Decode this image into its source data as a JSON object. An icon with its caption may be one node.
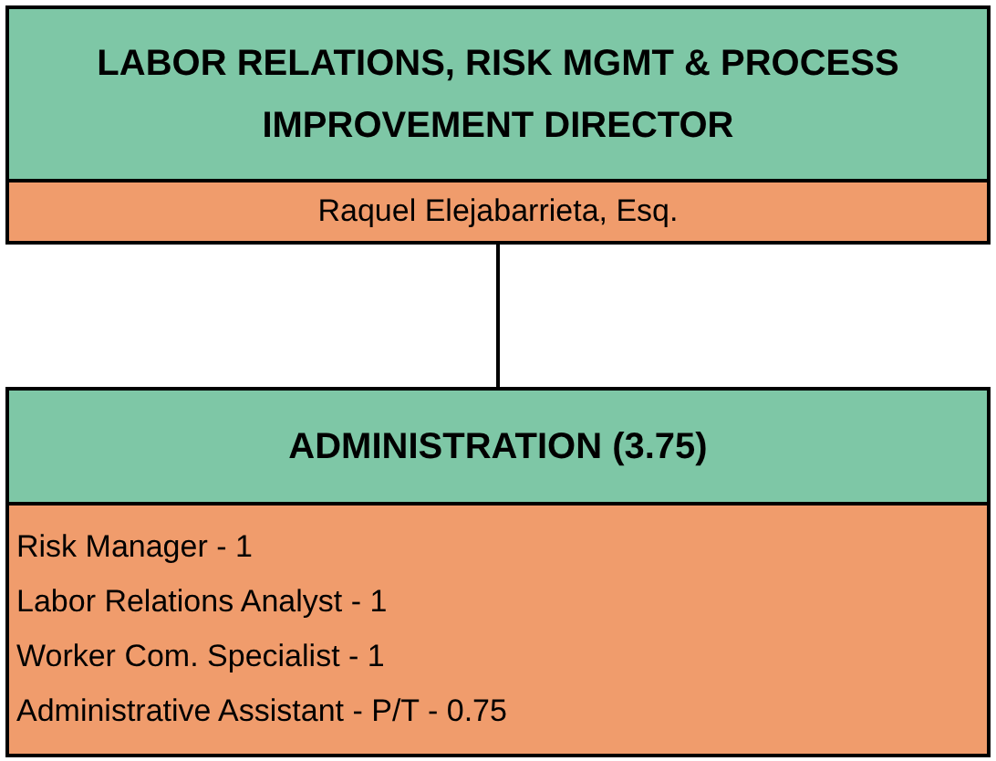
{
  "diagram": {
    "nodes": [
      {
        "text": [
          "LABOR RELATIONS, RISK MGMT & PROCESS IMPROVEMENT DIRECTOR",
          "Raquel Elejabarrieta, Esq."
        ]
      },
      {
        "text": [
          "ADMINISTRATION (3.75)",
          "Risk Manager - 1",
          "Labor Relations Analyst - 1",
          "Worker Com. Specialist - 1",
          "Administrative Assistant - P/T - 0.75"
        ]
      }
    ],
    "edges": [
      {
        "from": 0,
        "to": 1,
        "arrow": "none"
      }
    ]
  }
}
